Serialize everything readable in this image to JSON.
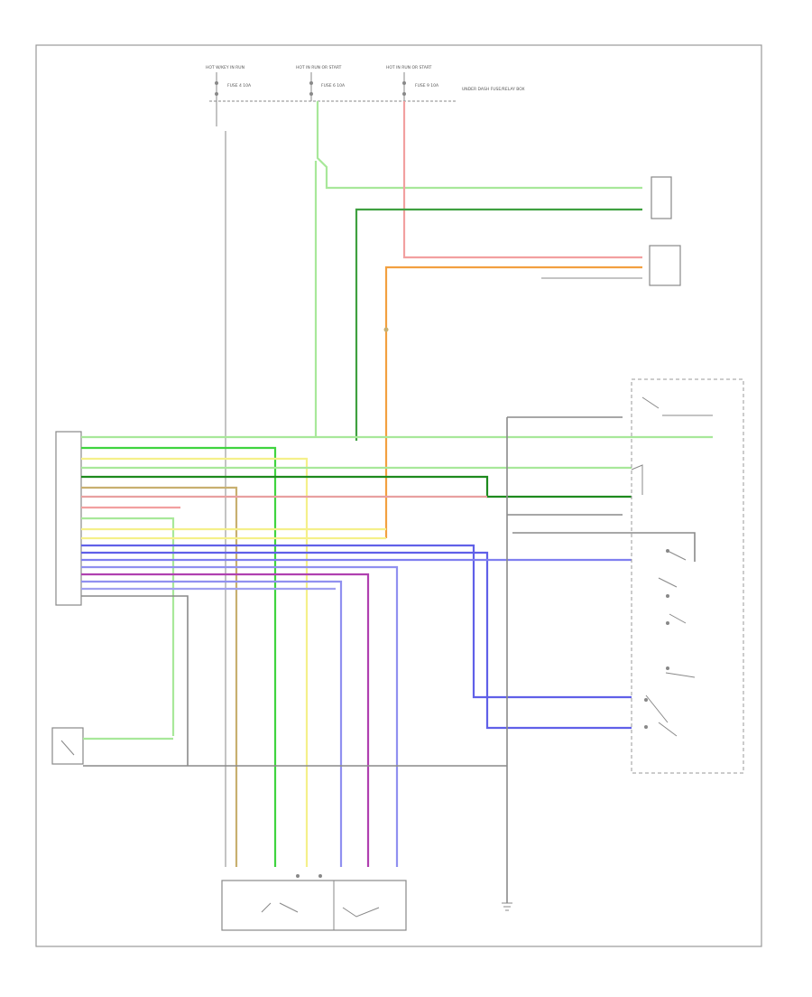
{
  "diagram": {
    "fuse_labels": [
      "HOT W/KEY IN RUN",
      "FUSE 4 10A",
      "HOT IN RUN OR START",
      "FUSE 6 10A",
      "HOT IN RUN OR START",
      "FUSE 9 10A"
    ],
    "fuse_box_label": "UNDER DASH FUSE/RELAY BOX",
    "colors": {
      "green": "#3fd43f",
      "light_green": "#a8e89a",
      "dark_green": "#1e8a1e",
      "pink": "#f2a0a0",
      "red": "#e86060",
      "orange": "#f2a040",
      "yellow": "#f5f08a",
      "tan": "#c8b070",
      "blue": "#6060e8",
      "violet": "#b040b0",
      "light_blue": "#9090f0",
      "ground": "#8a8a8a",
      "frame": "#999999"
    }
  }
}
